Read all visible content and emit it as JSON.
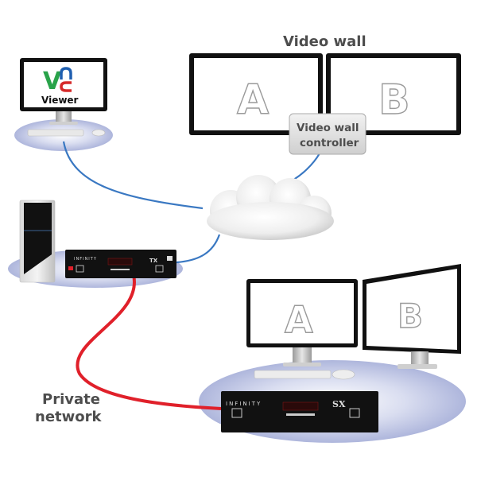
{
  "labels": {
    "video_wall": "Video wall",
    "video_wall_controller_line1": "Video wall",
    "video_wall_controller_line2": "controller",
    "private_network_line1": "Private",
    "private_network_line2": "network",
    "vnc_viewer": "Viewer"
  },
  "screens": {
    "wall_left": "A",
    "wall_right": "B",
    "desk_left": "A",
    "desk_right": "B"
  },
  "devices": {
    "transmitter_brand": "INFINITY",
    "receiver_brand": "INFINITY",
    "receiver_model": "SX",
    "transmitter_model": "TX"
  },
  "colors": {
    "network_cable": "#3a78c2",
    "private_cable": "#e0202a",
    "vnc_green": "#2aa34a",
    "vnc_blue": "#1f5fb0",
    "vnc_red": "#d62a2a",
    "label_gray": "#4d4d4d",
    "shadow_blue": "#c7cde8"
  }
}
